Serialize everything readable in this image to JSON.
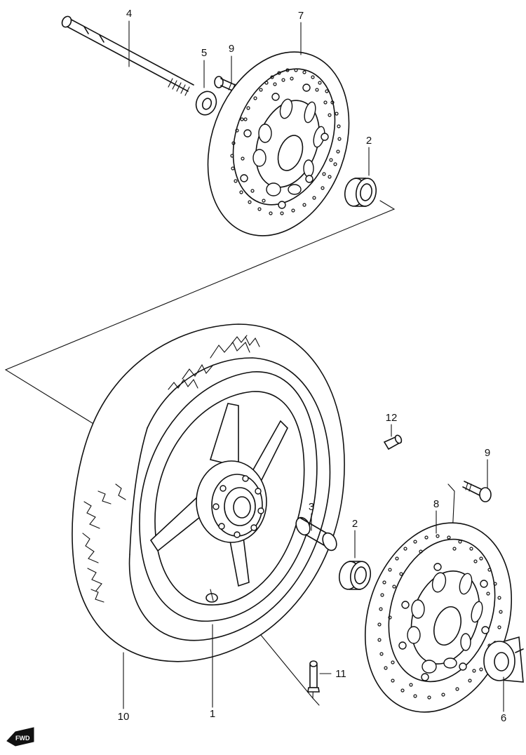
{
  "callouts": {
    "c1": "1",
    "c2a": "2",
    "c2b": "2",
    "c3": "3",
    "c4": "4",
    "c5": "5",
    "c6": "6",
    "c7": "7",
    "c8": "8",
    "c9a": "9",
    "c9b": "9",
    "c10": "10",
    "c11": "11",
    "c12": "12"
  },
  "direction_badge": "FWD"
}
